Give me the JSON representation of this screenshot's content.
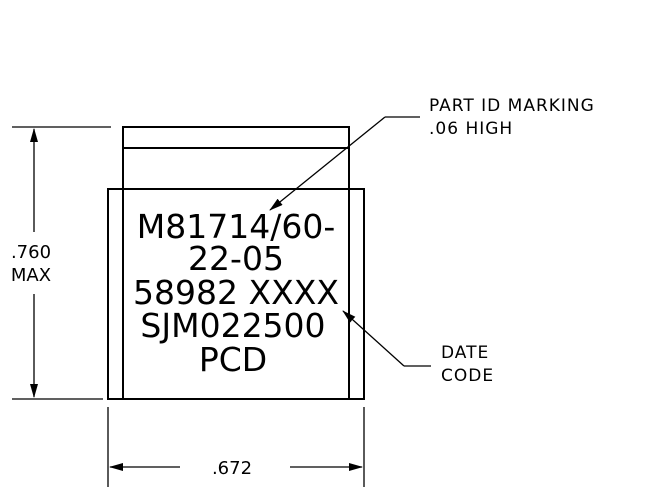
{
  "marking": {
    "line1": "M81714/60-",
    "line2": "22-05",
    "line3": "58982 XXXX",
    "line4": "SJM022500",
    "line5": "PCD"
  },
  "notes": {
    "part_id_line1": "PART ID MARKING",
    "part_id_line2": ".06 HIGH",
    "date_code_line1": "DATE",
    "date_code_line2": "CODE"
  },
  "dimensions": {
    "height_value": ".760",
    "height_qualifier": "MAX",
    "width_value": ".672"
  }
}
